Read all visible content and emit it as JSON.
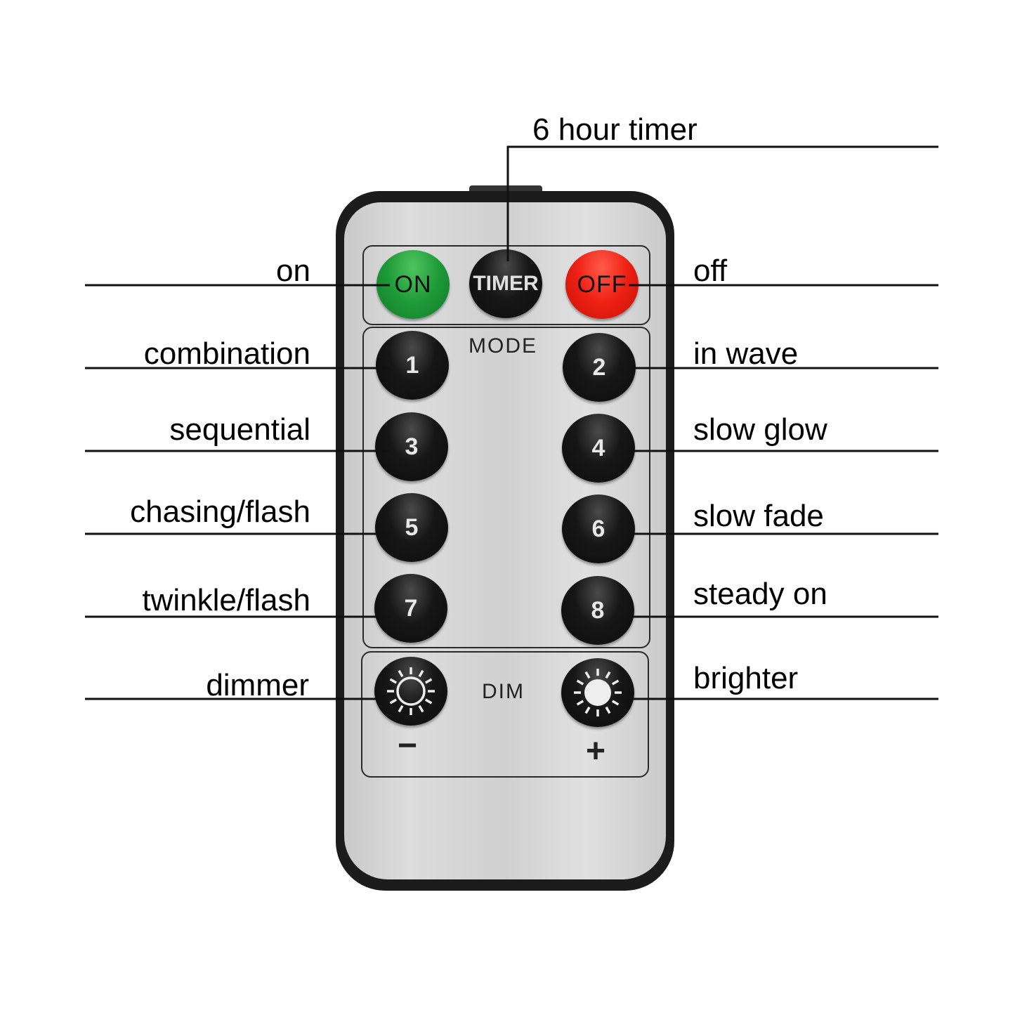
{
  "title_callout": "6 hour timer",
  "remote": {
    "buttons": {
      "on": "ON",
      "timer": "TIMER",
      "off": "OFF",
      "modes": [
        "1",
        "2",
        "3",
        "4",
        "5",
        "6",
        "7",
        "8"
      ]
    },
    "panel_labels": {
      "mode": "MODE",
      "dim": "DIM",
      "minus": "−",
      "plus": "+"
    }
  },
  "callouts": {
    "left": [
      "on",
      "combination",
      "sequential",
      "chasing/flash",
      "twinkle/flash",
      "dimmer"
    ],
    "right": [
      "off",
      "in wave",
      "slow glow",
      "slow fade",
      "steady on",
      "brighter"
    ]
  },
  "colors": {
    "on": "#1e9a38",
    "off": "#ee2014",
    "button": "#111111",
    "face": "#d4d4d4"
  }
}
